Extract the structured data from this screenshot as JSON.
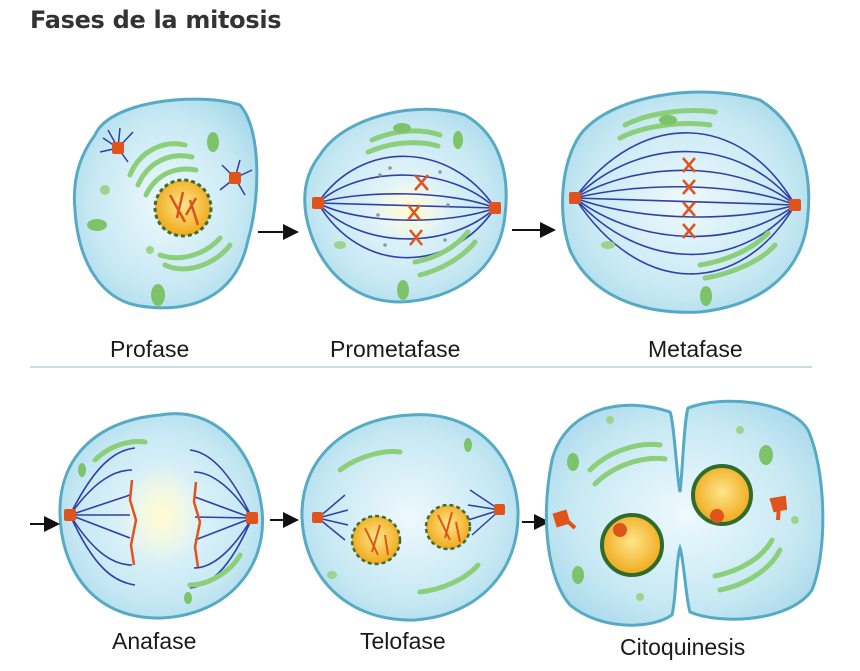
{
  "title": "Fases de la mitosis",
  "phases": [
    {
      "key": "profase",
      "label": "Profase"
    },
    {
      "key": "prometafase",
      "label": "Prometafase"
    },
    {
      "key": "metafase",
      "label": "Metafase"
    },
    {
      "key": "anafase",
      "label": "Anafase"
    },
    {
      "key": "telofase",
      "label": "Telofase"
    },
    {
      "key": "citoquinesis",
      "label": "Citoquinesis"
    }
  ],
  "colors": {
    "cell_fill": "#bfe4f0",
    "cell_stroke": "#57aac4",
    "spindle": "#2f3fa8",
    "chromosome": "#e0541c",
    "organelle": "#8ccf7a",
    "nucleus": "#f2b21f",
    "divider": "#c8dde6"
  }
}
